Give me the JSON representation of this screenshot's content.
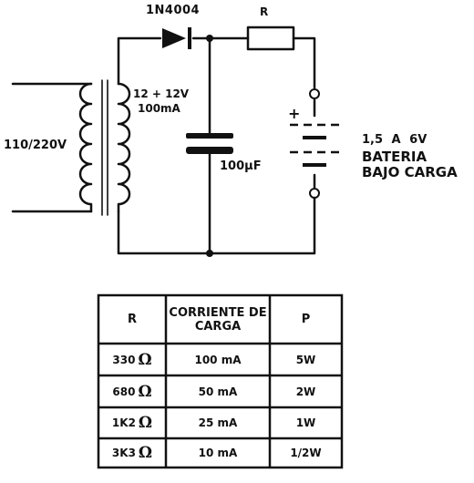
{
  "circuit": {
    "diode_label": "1N4004",
    "resistor_label": "R",
    "input_voltage": "110/220V",
    "secondary_voltage": "12 + 12V",
    "secondary_current": "100mA",
    "capacitor_value": "100µF",
    "plus_sign": "+",
    "battery_spec": "1,5 A 6V",
    "battery_line1": "BATERIA",
    "battery_line2": "BAJO CARGA"
  },
  "table": {
    "headers": [
      "R",
      "CORRIENTE DE CARGA",
      "P"
    ],
    "rows": [
      {
        "r": "330",
        "i": "100 mA",
        "p": "5W"
      },
      {
        "r": "680",
        "i": "50 mA",
        "p": "2W"
      },
      {
        "r": "1K2",
        "i": "25 mA",
        "p": "1W"
      },
      {
        "r": "3K3",
        "i": "10 mA",
        "p": "1/2W"
      }
    ],
    "unit_symbol": "Ω"
  }
}
